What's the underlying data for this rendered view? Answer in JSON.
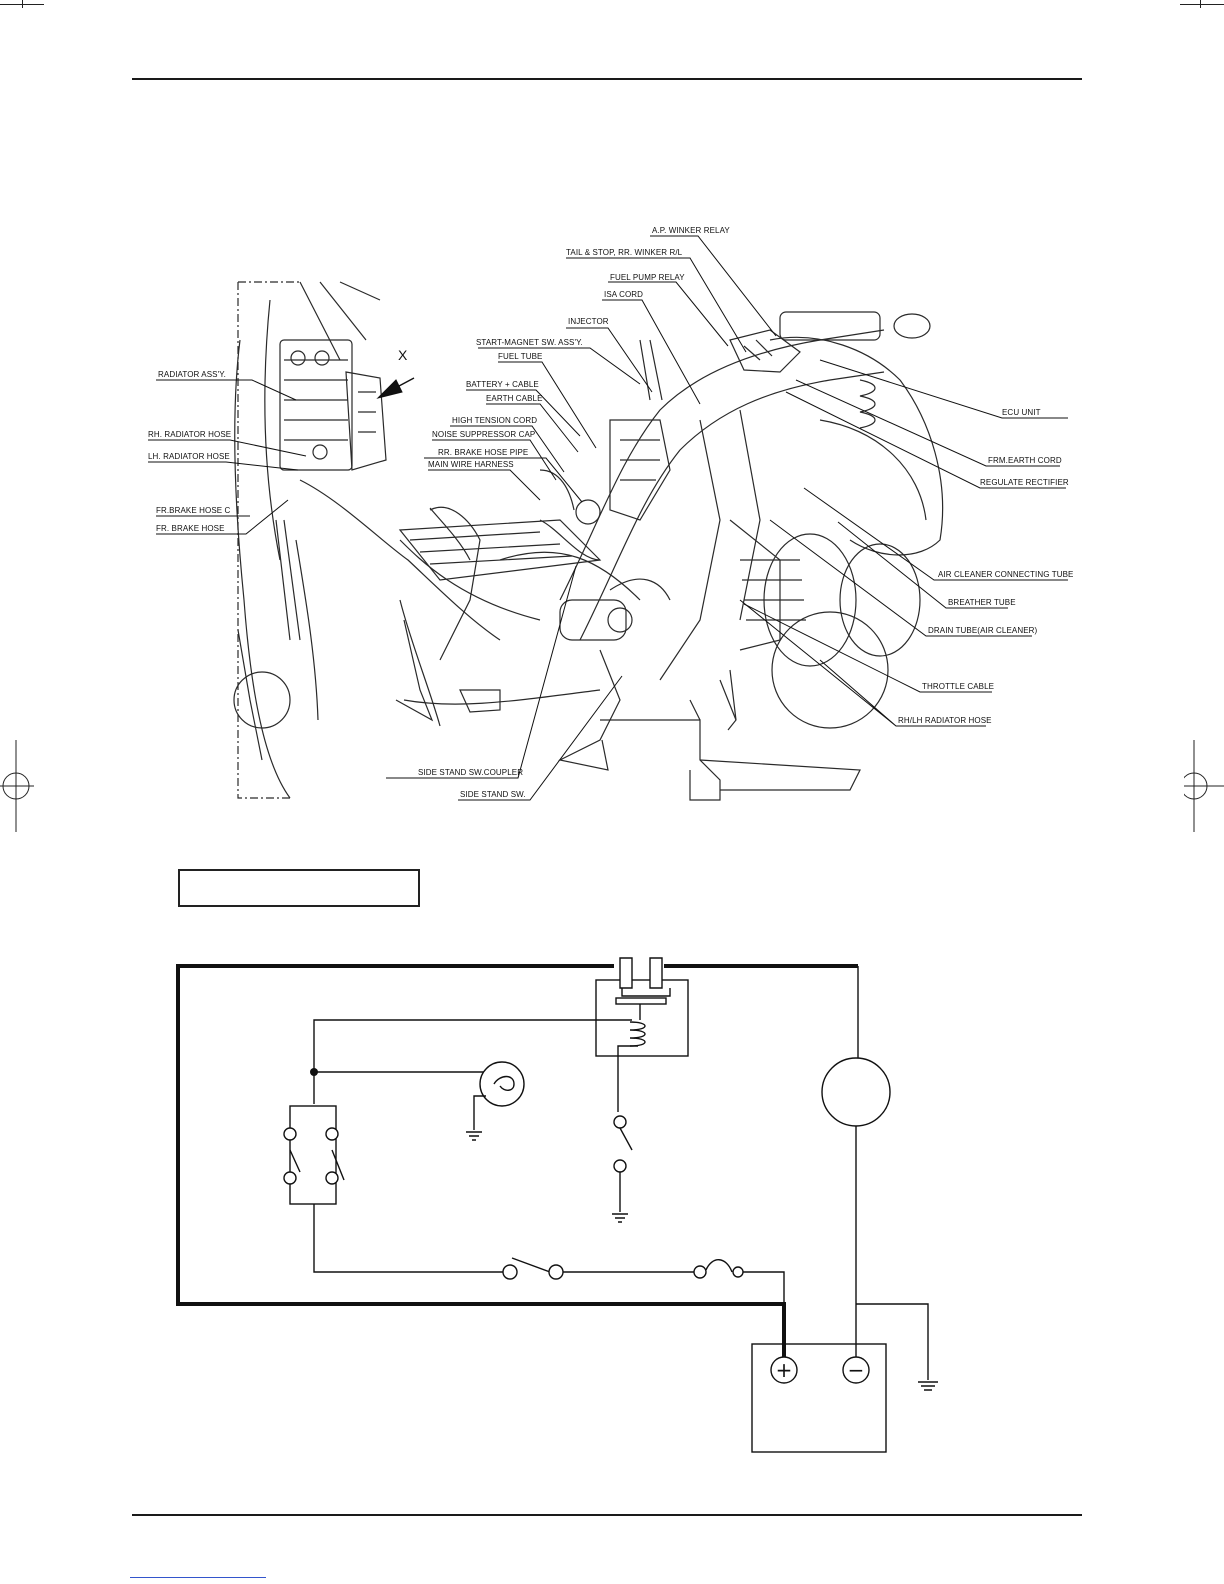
{
  "callouts": {
    "ap_winker_relay": "A.P. WINKER RELAY",
    "tail_stop_winker": "TAIL & STOP, RR. WINKER R/L",
    "fuel_pump_relay": "FUEL PUMP RELAY",
    "isa_cord": "ISA CORD",
    "injector": "INJECTOR",
    "start_magnet_sw": "START-MAGNET SW. ASS'Y.",
    "fuel_tube": "FUEL TUBE",
    "battery_cable": "BATTERY + CABLE",
    "earth_cable": "EARTH CABLE",
    "high_tension_cord": "HIGH TENSION CORD",
    "noise_suppressor_cap": "NOISE SUPPRESSOR CAP",
    "rr_brake_hose_pipe": "RR. BRAKE HOSE PIPE",
    "main_wire_harness": "MAIN WIRE HARNESS",
    "radiator_assy": "RADIATOR ASS'Y.",
    "rh_radiator_hose": "RH. RADIATOR HOSE",
    "lh_radiator_hose": "LH. RADIATOR HOSE",
    "fr_brake_hose_c": "FR.BRAKE HOSE C",
    "fr_brake_hose": "FR. BRAKE HOSE",
    "ecu_unit": "ECU UNIT",
    "frm_earth_cord": "FRM.EARTH CORD",
    "regulate_rectifier": "REGULATE RECTIFIER",
    "air_cleaner_tube": "AIR CLEANER CONNECTING TUBE",
    "breather_tube": "BREATHER TUBE",
    "drain_tube": "DRAIN TUBE(AIR CLEANER)",
    "throttle_cable": "THROTTLE CABLE",
    "rh_lh_radiator_hose": "RH/LH RADIATOR HOSE",
    "side_stand_coupler": "SIDE STAND SW.COUPLER",
    "side_stand_sw": "SIDE STAND SW.",
    "view_mark": "X"
  },
  "battery": {
    "positive_symbol": "+",
    "negative_symbol": "−"
  }
}
